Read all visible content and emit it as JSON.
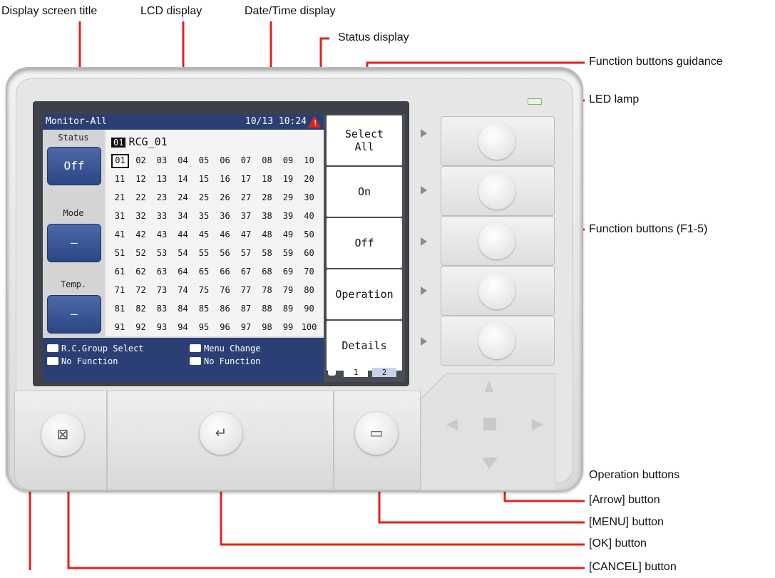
{
  "callouts": {
    "display_title": "Display screen title",
    "lcd_display": "LCD display",
    "datetime_display": "Date/Time display",
    "status_display": "Status display",
    "func_guidance": "Function buttons guidance",
    "led_lamp": "LED lamp",
    "func_buttons": "Function buttons (F1-5)",
    "operation_buttons": "Operation buttons",
    "arrow_button": "[Arrow] button",
    "menu_button": "[MENU] button",
    "ok_button": "[OK] button",
    "cancel_button": "[CANCEL] button"
  },
  "lcd": {
    "title": "Monitor-All",
    "datetime": "10/13 10:24",
    "status_labels": [
      "Status",
      "Mode",
      "Temp."
    ],
    "status_values": [
      "Off",
      "–",
      "–"
    ],
    "group_num": "01",
    "group_name": "RCG_01",
    "cells": [
      "01",
      "02",
      "03",
      "04",
      "05",
      "06",
      "07",
      "08",
      "09",
      "10",
      "11",
      "12",
      "13",
      "14",
      "15",
      "16",
      "17",
      "18",
      "19",
      "20",
      "21",
      "22",
      "23",
      "24",
      "25",
      "26",
      "27",
      "28",
      "29",
      "30",
      "31",
      "32",
      "33",
      "34",
      "35",
      "36",
      "37",
      "38",
      "39",
      "40",
      "41",
      "42",
      "43",
      "44",
      "45",
      "46",
      "47",
      "48",
      "49",
      "50",
      "51",
      "52",
      "53",
      "54",
      "55",
      "56",
      "57",
      "58",
      "59",
      "60",
      "61",
      "62",
      "63",
      "64",
      "65",
      "66",
      "67",
      "68",
      "69",
      "70",
      "71",
      "72",
      "73",
      "74",
      "75",
      "76",
      "77",
      "78",
      "79",
      "80",
      "81",
      "82",
      "83",
      "84",
      "85",
      "86",
      "87",
      "88",
      "89",
      "90",
      "91",
      "92",
      "93",
      "94",
      "95",
      "96",
      "97",
      "98",
      "99",
      "100"
    ],
    "selected_cell": "01",
    "guidance": {
      "rc_group_select": "R.C.Group Select",
      "menu_change": "Menu Change",
      "cancel_no_function": "No Function",
      "ok_no_function": "No Function"
    },
    "function_buttons": [
      [
        "Select",
        "All"
      ],
      [
        "On",
        ""
      ],
      [
        "Off",
        ""
      ],
      [
        "Operation",
        ""
      ],
      [
        "Details",
        ""
      ]
    ],
    "pages": [
      "1",
      "2"
    ]
  }
}
